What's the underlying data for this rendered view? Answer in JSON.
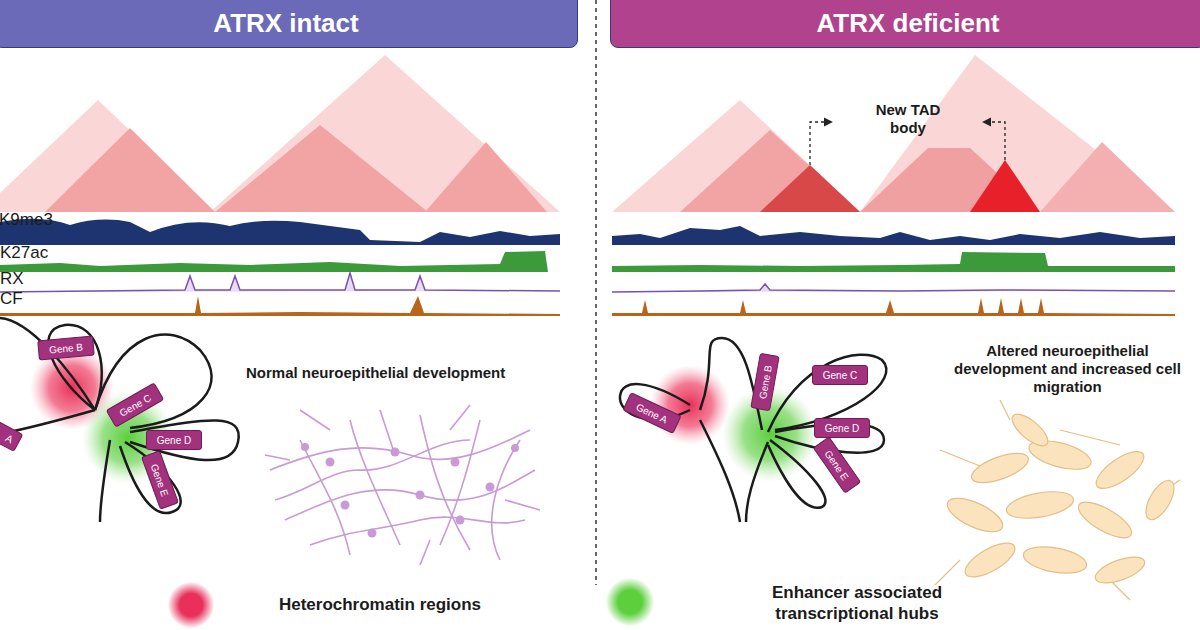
{
  "diagram": {
    "nodes": [
      {
        "text": [
          "ATRX intact"
        ]
      },
      {
        "text": [
          "ATRX deficient"
        ]
      },
      {
        "text": [
          "Gene B"
        ]
      },
      {
        "text": [
          "A"
        ]
      },
      {
        "text": [
          "Gene C"
        ]
      },
      {
        "text": [
          "Gene D"
        ]
      },
      {
        "text": [
          "Gene E"
        ]
      },
      {
        "text": [
          "Gene A"
        ]
      },
      {
        "text": [
          "Gene B"
        ]
      },
      {
        "text": [
          "Gene C"
        ]
      },
      {
        "text": [
          "Gene D"
        ]
      },
      {
        "text": [
          "Gene E"
        ]
      }
    ],
    "labels": [
      "K9me3",
      "K27ac",
      "RX",
      "CF",
      "Normal neuroepithelial development",
      "New TAD body",
      "Altered neuroepithelial development and increased cell migration"
    ],
    "legend": [
      {
        "text": "Heterochromatin regions",
        "color": "#e8305a"
      },
      {
        "text": "Enhancer associated transcriptional hubs",
        "color": "#5ccf3c"
      }
    ]
  }
}
